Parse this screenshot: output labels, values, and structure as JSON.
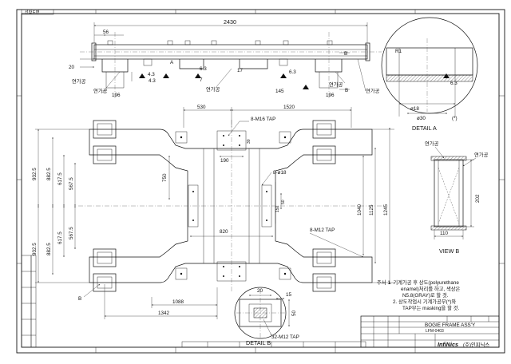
{
  "sheet": {
    "header_code": "선착도면"
  },
  "front_view": {
    "overall_length": "2430",
    "left_offset": "56",
    "height_20": "20",
    "height_43": "4.3",
    "height_63": "6.3",
    "height_7": "7",
    "height_17": "17",
    "width_145": "145",
    "width_196": "196",
    "marker_a": "A",
    "marker_b": "B",
    "polish_label": "연가공"
  },
  "detail_a": {
    "radius": "R1",
    "depth": "6.3",
    "dia_18": "ø18",
    "dia_30": "ø30",
    "star": "(*)",
    "caption": "DETAIL A"
  },
  "plan_view": {
    "dim_530": "530",
    "dim_1520": "1520",
    "tap_m16": "8-M16 TAP",
    "dim_190": "190",
    "dim_30": "30",
    "hole_18": "8-ø18",
    "dim_750": "750",
    "dim_50": "50",
    "dim_150": "150",
    "dim_820": "820",
    "tap_m12": "8-M12 TAP",
    "dim_1040": "1040",
    "dim_1125": "1125",
    "dim_1245": "1245",
    "dim_9325": "932.5",
    "dim_8825": "882.5",
    "dim_6175": "617.5",
    "dim_5675": "567.5",
    "dim_1088": "1088",
    "dim_1342": "1342",
    "marker_b": "B"
  },
  "view_b": {
    "polish_label": "연가공",
    "height": "202",
    "width": "110",
    "caption": "VIEW B"
  },
  "detail_b": {
    "dim_20": "20",
    "dim_15": "15",
    "dim_50": "50",
    "tap": "32-M12 TAP",
    "caption": "DETAIL B"
  },
  "notes": {
    "lines": [
      "주서 1. 기계가공 후 상도(polyurethane",
      "enamel)처리를 하고, 색상은",
      "N5.8(GRAY)로 할 것.",
      "2. 상도작업시 기계가공부(*)와",
      "TAP부는 masking을 할 것."
    ]
  },
  "title_block": {
    "part_name": "BOGIE FRAME ASS'Y",
    "company": "InfiNics",
    "company_kr": "(주)인피닉스",
    "drawing_no": "LFM-0403"
  }
}
